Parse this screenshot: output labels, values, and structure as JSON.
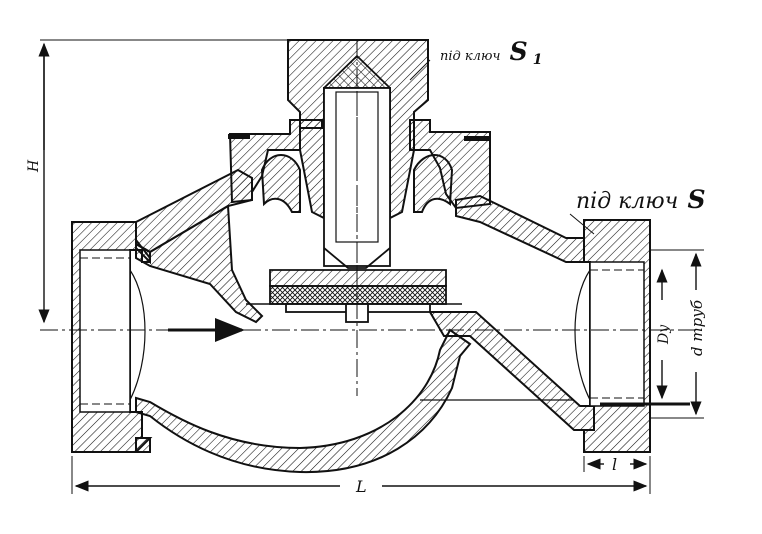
{
  "labels": {
    "wrench_top_prefix": "під ключ",
    "wrench_top_letter": "S",
    "wrench_top_sub": "1",
    "wrench_side_prefix": "під ключ",
    "wrench_side_letter": "S",
    "dim_height": "H",
    "dim_length": "L",
    "dim_thread_len": "l",
    "dim_nominal": "Dу",
    "dim_pipe": "d труб"
  },
  "colors": {
    "line": "#111111",
    "paper": "#ffffff"
  }
}
